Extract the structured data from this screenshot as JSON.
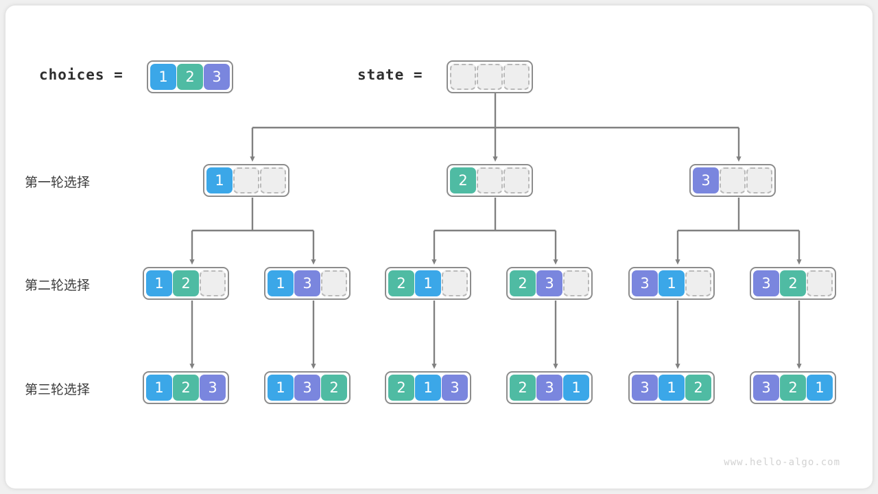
{
  "diagram": {
    "title": "permutation-backtracking-tree",
    "watermark": "www.hello-algo.com",
    "colors": {
      "value_1": "#3ba7e8",
      "value_2": "#4fbba3",
      "value_3": "#7a86de",
      "empty_cell": "#eeeeee",
      "box_border": "#8c8c8c",
      "connector": "#808080",
      "text": "#2e2e2e",
      "watermark": "#d2d2d2"
    },
    "header": {
      "choices_label": "choices  =",
      "choices_values": [
        "1",
        "2",
        "3"
      ],
      "state_label": "state  =",
      "state_values": [
        "",
        "",
        ""
      ]
    },
    "row_labels": {
      "level1": "第一轮选择",
      "level2": "第二轮选择",
      "level3": "第三轮选择"
    },
    "level1": [
      {
        "values": [
          "1",
          "",
          ""
        ]
      },
      {
        "values": [
          "2",
          "",
          ""
        ]
      },
      {
        "values": [
          "3",
          "",
          ""
        ]
      }
    ],
    "level2": [
      {
        "values": [
          "1",
          "2",
          ""
        ]
      },
      {
        "values": [
          "1",
          "3",
          ""
        ]
      },
      {
        "values": [
          "2",
          "1",
          ""
        ]
      },
      {
        "values": [
          "2",
          "3",
          ""
        ]
      },
      {
        "values": [
          "3",
          "1",
          ""
        ]
      },
      {
        "values": [
          "3",
          "2",
          ""
        ]
      }
    ],
    "level3": [
      {
        "values": [
          "1",
          "2",
          "3"
        ]
      },
      {
        "values": [
          "1",
          "3",
          "2"
        ]
      },
      {
        "values": [
          "2",
          "1",
          "3"
        ]
      },
      {
        "values": [
          "2",
          "3",
          "1"
        ]
      },
      {
        "values": [
          "3",
          "1",
          "2"
        ]
      },
      {
        "values": [
          "3",
          "2",
          "1"
        ]
      }
    ]
  }
}
